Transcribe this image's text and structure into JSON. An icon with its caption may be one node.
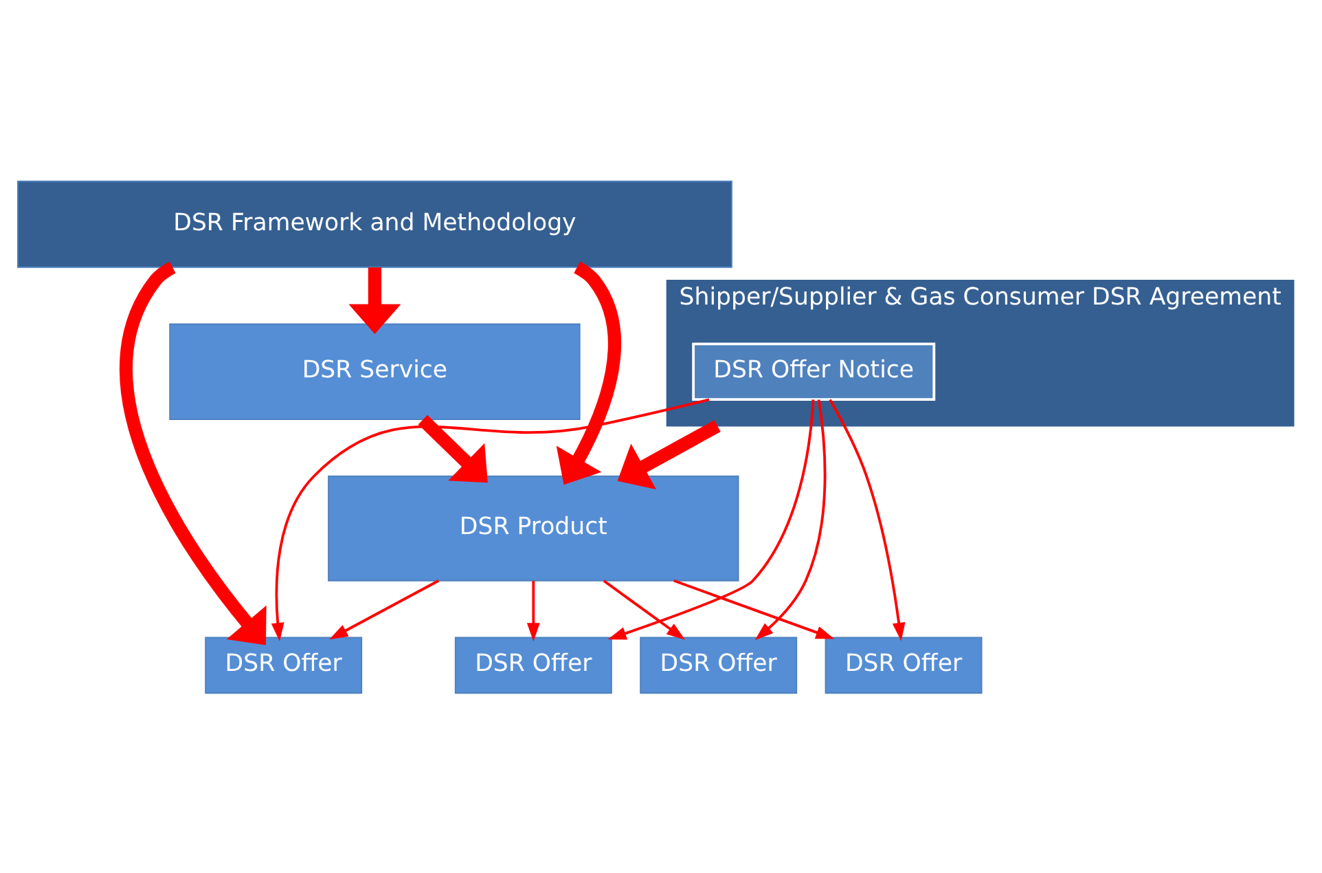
{
  "diagram": {
    "nodes": [
      {
        "text": [
          "DSR Framework and Methodology"
        ]
      },
      {
        "text": [
          "DSR Service"
        ]
      },
      {
        "text": [
          "DSR Product"
        ]
      },
      {
        "text": [
          "DSR Offer"
        ]
      },
      {
        "text": [
          "DSR Offer"
        ]
      },
      {
        "text": [
          "DSR Offer"
        ]
      },
      {
        "text": [
          "DSR Offer"
        ]
      },
      {
        "text": [
          "Shipper/Supplier & Gas Consumer DSR Agreement"
        ]
      },
      {
        "text": [
          "DSR Offer Notice"
        ],
        "in": 7
      }
    ],
    "edges": [
      {
        "from": 0,
        "to": 1,
        "arrow": "to",
        "style": "thick"
      },
      {
        "from": 1,
        "to": 2,
        "arrow": "to",
        "style": "thick"
      },
      {
        "from": 0,
        "to": 2,
        "arrow": "to",
        "style": "thick"
      },
      {
        "from": 7,
        "to": 2,
        "arrow": "to",
        "style": "thick"
      },
      {
        "from": 0,
        "to": 3,
        "arrow": "to",
        "style": "thick"
      },
      {
        "from": 2,
        "to": 3,
        "arrow": "to"
      },
      {
        "from": 2,
        "to": 4,
        "arrow": "to"
      },
      {
        "from": 2,
        "to": 5,
        "arrow": "to"
      },
      {
        "from": 2,
        "to": 6,
        "arrow": "to"
      },
      {
        "from": 8,
        "to": 3,
        "arrow": "to"
      },
      {
        "from": 8,
        "to": 4,
        "arrow": "to"
      },
      {
        "from": 8,
        "to": 5,
        "arrow": "to"
      },
      {
        "from": 8,
        "to": 6,
        "arrow": "to"
      }
    ]
  }
}
